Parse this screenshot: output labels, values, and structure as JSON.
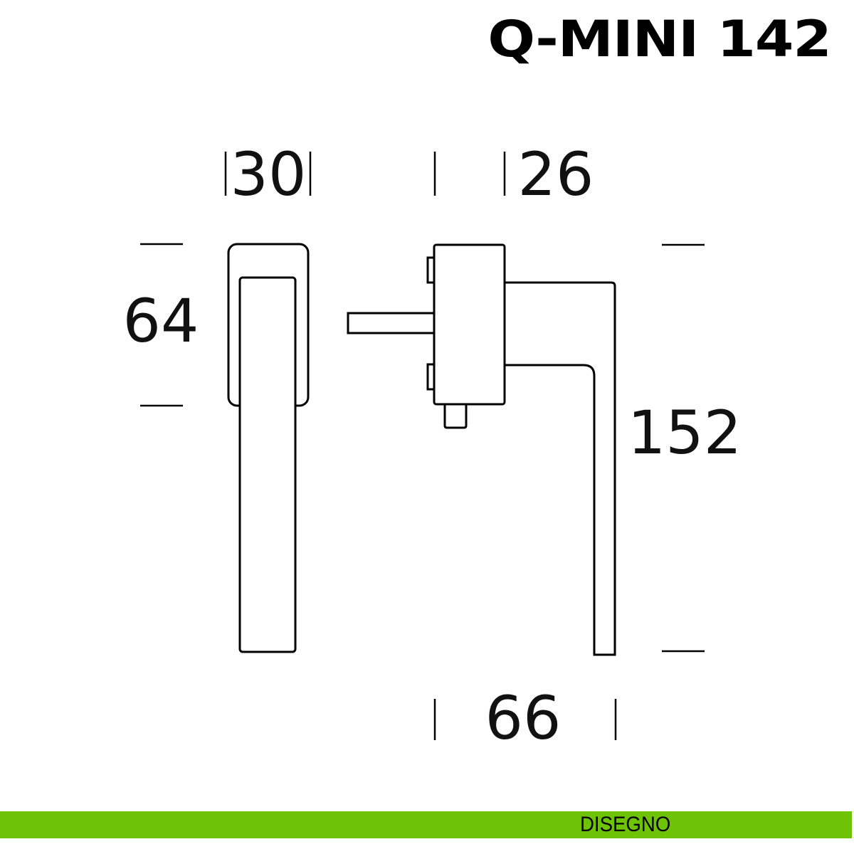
{
  "title": "Q-MINI 142",
  "dimensions": {
    "width_front": "30",
    "depth_rose": "26",
    "height_rose": "64",
    "length_total": "152",
    "projection": "66"
  },
  "footer": {
    "label": "DISEGNO",
    "color": "#6fc307"
  }
}
